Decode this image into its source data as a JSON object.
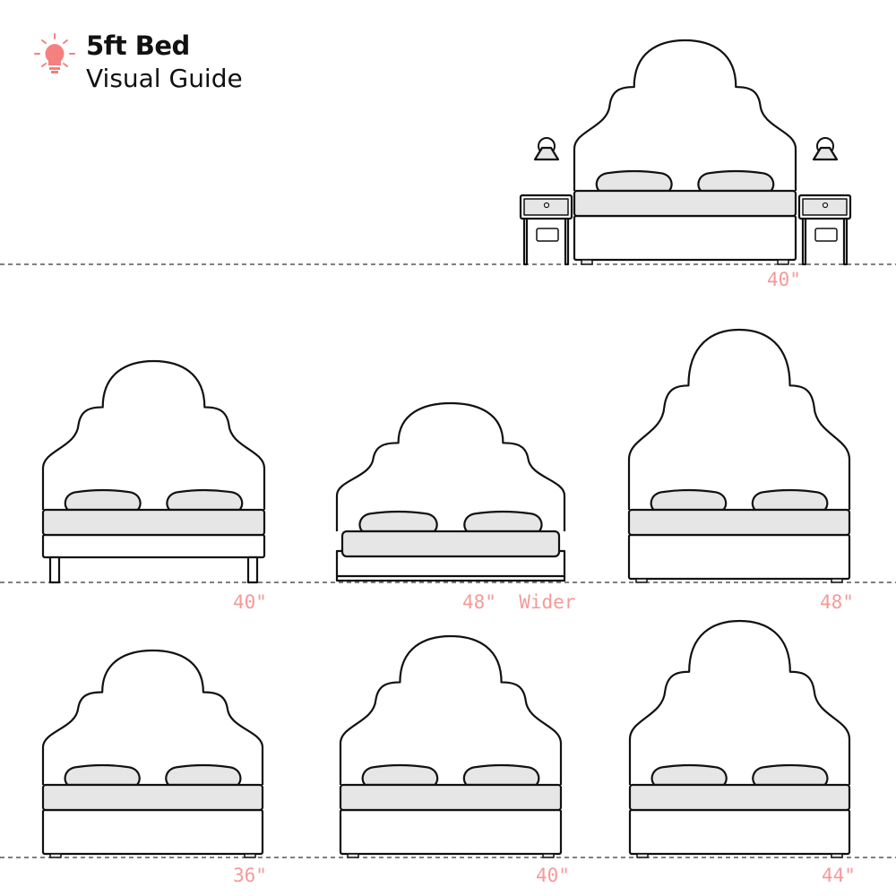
{
  "header": {
    "title": "5ft Bed",
    "subtitle": "Visual Guide",
    "icon": "lightbulb-icon"
  },
  "colors": {
    "accent": "#f48080",
    "label": "#f59a9a",
    "fill": "#e6e6e6",
    "stroke": "#111111"
  },
  "labels": {
    "top": "40\"",
    "row2_a": "40\"",
    "row2_b": "48\"  Wider",
    "row2_c": "48\"",
    "row3_a": "36\"",
    "row3_b": "40\"",
    "row3_c": "44\""
  }
}
